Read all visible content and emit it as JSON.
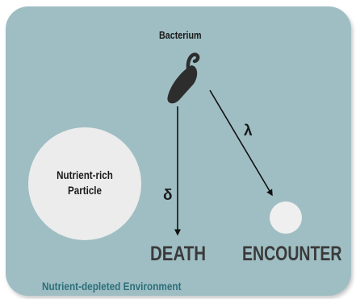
{
  "labels": {
    "bacterium": "Bacterium",
    "particle_line1": "Nutrient-rich",
    "particle_line2": "Particle",
    "death": "DEATH",
    "encounter": "ENCOUNTER",
    "delta": "δ",
    "lambda": "λ",
    "environment": "Nutrient-depleted Environment"
  },
  "colors": {
    "environment_fill": "#9fbec3",
    "particle_fill": "#ececec",
    "encounter_particle_fill": "#efefef",
    "bacterium_fill": "#2d2d2d",
    "arrow": "#111111",
    "text_dark": "#1a1a1a",
    "outcome_text": "#3a3a3a",
    "environment_text": "#2c6f7a"
  },
  "icons": {
    "bacterium": "bacterium-icon"
  }
}
